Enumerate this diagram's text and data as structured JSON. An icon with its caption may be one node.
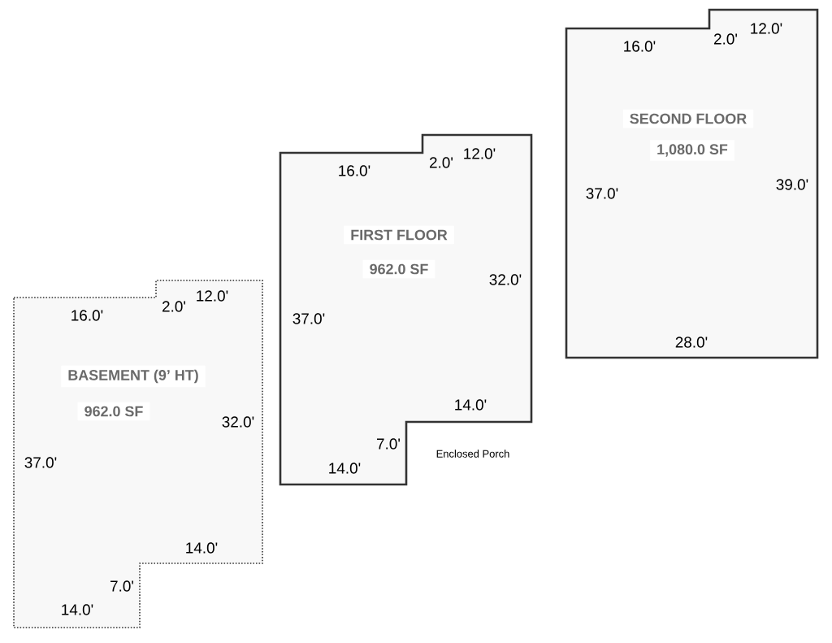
{
  "diagram": {
    "nodes": [
      {
        "text": [
          "SECOND FLOOR",
          "1,080.0 SF"
        ]
      },
      {
        "text": [
          "FIRST FLOOR",
          "962.0 SF"
        ]
      },
      {
        "text": [
          "BASEMENT (9’ HT)",
          "962.0 SF"
        ]
      }
    ],
    "labels": [
      "16.0'",
      "2.0'",
      "12.0'",
      "37.0'",
      "39.0'",
      "28.0'",
      "16.0'",
      "2.0'",
      "12.0'",
      "32.0'",
      "37.0'",
      "14.0'",
      "7.0'",
      "Enclosed Porch",
      "14.0'",
      "16.0'",
      "2.0'",
      "12.0'",
      "32.0'",
      "37.0'",
      "14.0'",
      "7.0'",
      "14.0'"
    ]
  }
}
